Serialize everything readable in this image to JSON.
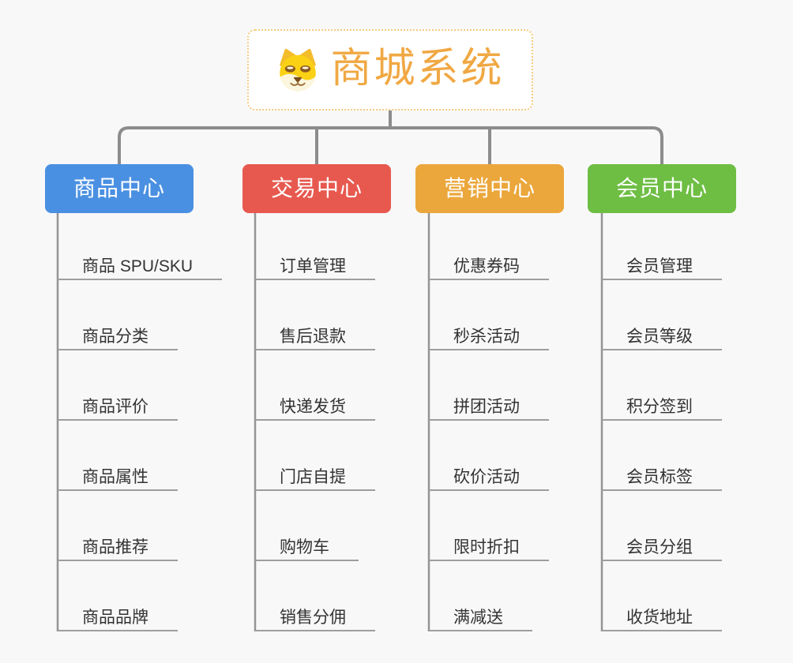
{
  "canvas": {
    "background": "#F8F8F8"
  },
  "root": {
    "title": "商城系统",
    "icon": "dog-icon",
    "text_color": "#F0A843",
    "border_color": "#F5CB7E"
  },
  "connector_color": "#8C8C8C",
  "spine_color": "#949494",
  "underline_color": "#9E9E9E",
  "branches": [
    {
      "label": "商品中心",
      "color": "#4A90E2",
      "children": [
        "商品 SPU/SKU",
        "商品分类",
        "商品评价",
        "商品属性",
        "商品推荐",
        "商品品牌"
      ]
    },
    {
      "label": "交易中心",
      "color": "#E7594F",
      "children": [
        "订单管理",
        "售后退款",
        "快递发货",
        "门店自提",
        "购物车",
        "销售分佣"
      ]
    },
    {
      "label": "营销中心",
      "color": "#EBA73C",
      "children": [
        "优惠券码",
        "秒杀活动",
        "拼团活动",
        "砍价活动",
        "限时折扣",
        "满减送"
      ]
    },
    {
      "label": "会员中心",
      "color": "#6EBE44",
      "children": [
        "会员管理",
        "会员等级",
        "积分签到",
        "会员标签",
        "会员分组",
        "收货地址"
      ]
    }
  ]
}
